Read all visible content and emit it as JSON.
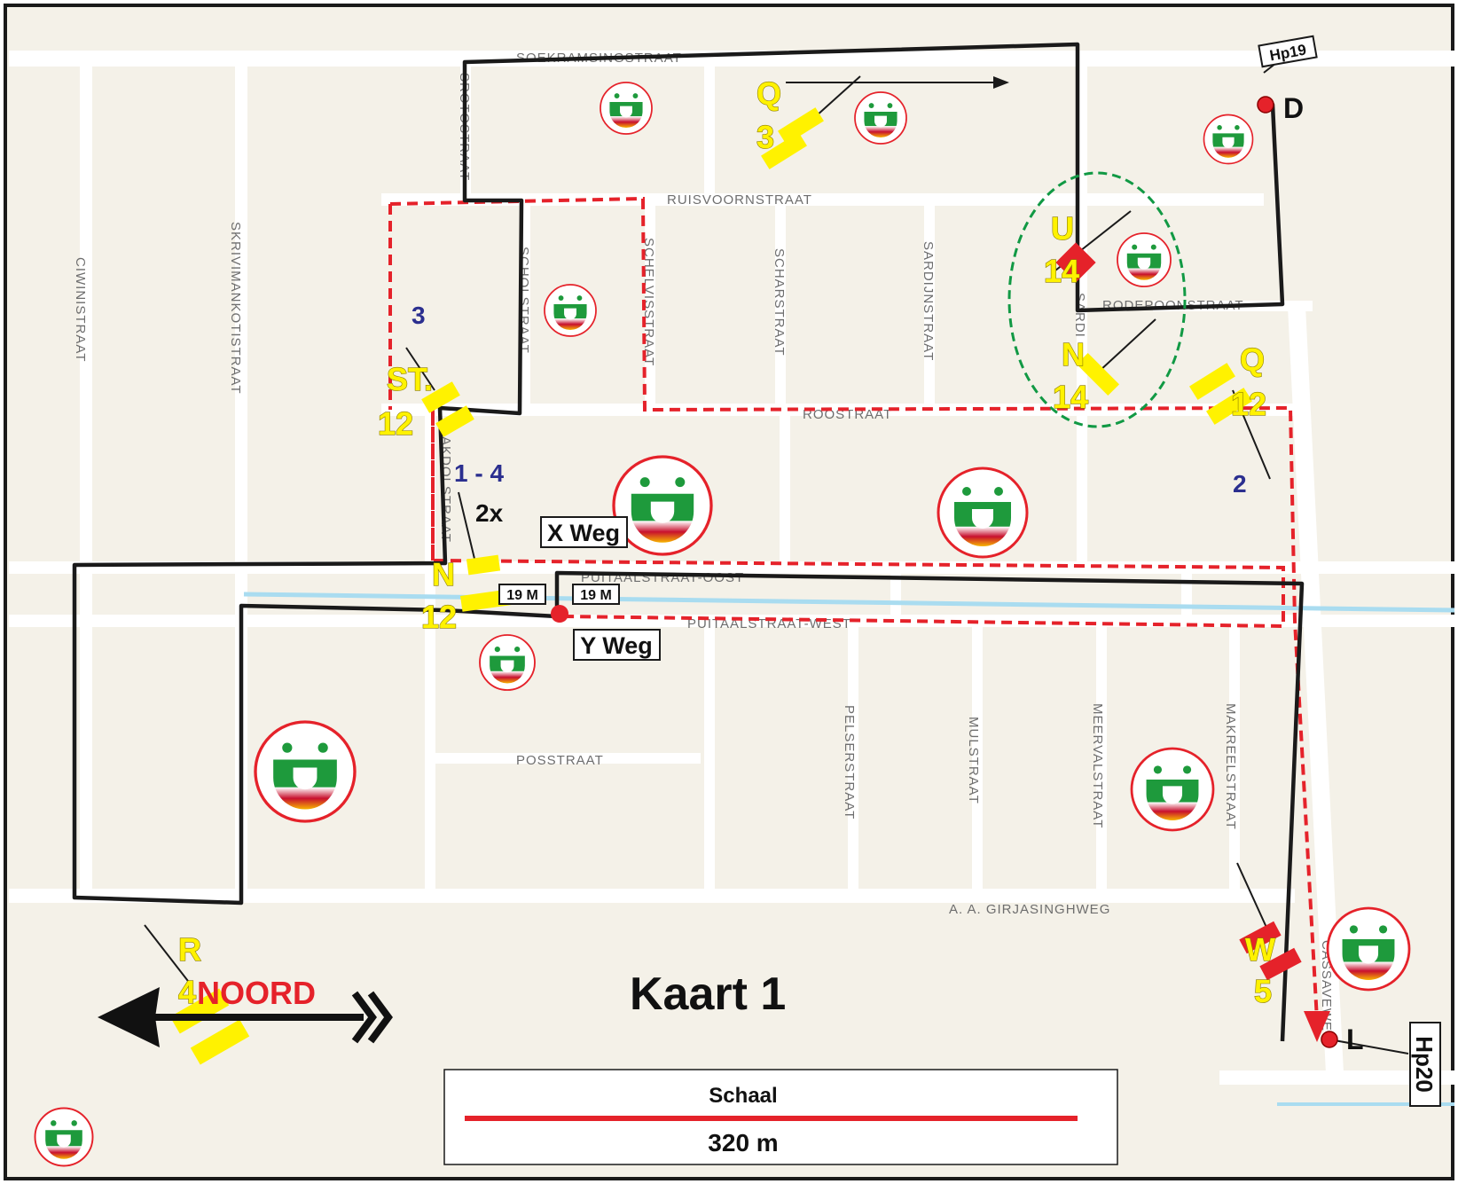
{
  "map": {
    "title": "Kaart 1",
    "scale": {
      "label": "Schaal",
      "distance": "320 m"
    },
    "north": {
      "label": "NOORD"
    },
    "streets": {
      "soekramsingstraat": "SOEKRAMSINGSTRAAT",
      "srotostraat": "SROTOSTRAAT",
      "ruisvoornstraat": "RUISVOORNSTRAAT",
      "scholstraat": "SCHOLSTRAAT",
      "schelvisstraat": "SCHELVISSTRAAT",
      "scharstraat": "SCHARSTRAAT",
      "sardijnstraat": "SARDIJNSTRAAT",
      "sardstraat": "SARDI",
      "rodepoonstraat": "RODEPOONSTRAAT",
      "roostraat": "ROOSTRAAT",
      "ciwinistraat": "CIWINISTRAAT",
      "skrivimankotistraat": "SKRIVIMANKOTISTRAAT",
      "akdolstraat": "AKDOLSTRAAT",
      "puitaal_oost": "PUITAALSTRAAT-OOST",
      "puitaal_west": "PUITAALSTRAAT-WEST",
      "posstraat": "POSSTRAAT",
      "pelserstraat": "PELSERSTRAAT",
      "mulstraat": "MULSTRAAT",
      "meervalstraat": "MEERVALSTRAAT",
      "makreelstraat": "MAKREELSTRAAT",
      "girjasinghweg": "A. A. GIRJASINGHWEG",
      "cassaveweg": "CASSAVEWE"
    },
    "markers": {
      "q3": {
        "letter": "Q",
        "number": "3"
      },
      "u14": {
        "letter": "U",
        "number": "14"
      },
      "n14": {
        "letter": "N",
        "number": "14"
      },
      "q12": {
        "letter": "Q",
        "number": "12"
      },
      "st12": {
        "letter": "ST.",
        "number": "12"
      },
      "n12": {
        "letter": "N",
        "number": "12"
      },
      "w5": {
        "letter": "W",
        "number": "5"
      },
      "r4": {
        "letter": "R",
        "number": "4"
      }
    },
    "notes": {
      "n3": "3",
      "n14": "1 - 4",
      "n2x": "2x",
      "n2": "2"
    },
    "points": {
      "d": "D",
      "l": "L",
      "hp19": "Hp19",
      "hp20": "Hp20"
    },
    "boxes": {
      "xweg": "X Weg",
      "yweg": "Y Weg",
      "m19a": "19 M",
      "m19b": "19 M"
    },
    "colors": {
      "background": "#f4f1e8",
      "street": "#ffffff",
      "route_black": "#1a1a1a",
      "route_red": "#e5222a",
      "marker_yellow": "#fff200",
      "water": "#a9dcf0",
      "green_ellipse": "#119944"
    },
    "icons": [
      "smiley-icon",
      "north-arrow-icon"
    ]
  }
}
